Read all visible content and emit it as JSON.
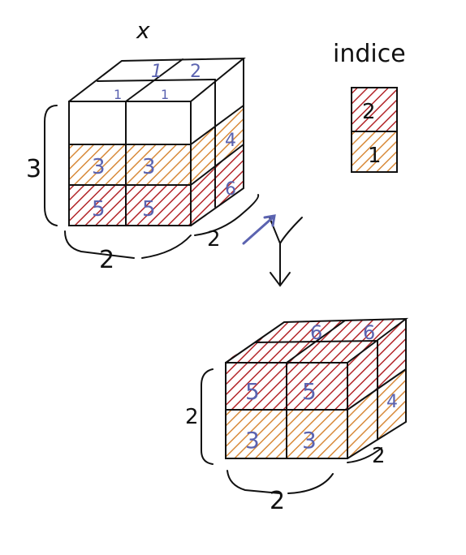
{
  "labels": {
    "x_label": "x",
    "indice_label": "indice",
    "top_cube": {
      "height": "3",
      "width": "2",
      "depth": "2",
      "top_values": [
        "1",
        "2",
        "1",
        "1"
      ],
      "row_values": [
        "3",
        "3",
        "5",
        "5"
      ],
      "side_values": [
        "4",
        "6"
      ]
    },
    "indice_values": [
      "2",
      "1"
    ],
    "bottom_cube": {
      "height": "2",
      "width": "2",
      "depth": "2",
      "top_values": [
        "6",
        "6"
      ],
      "row_values": [
        "5",
        "5",
        "3",
        "3"
      ],
      "side_values": [
        "4"
      ]
    }
  },
  "colors": {
    "ink": "#111111",
    "red_hatch": "#b3262a",
    "orange_hatch": "#d88a3a",
    "blue_ink": "#5b63b0"
  }
}
